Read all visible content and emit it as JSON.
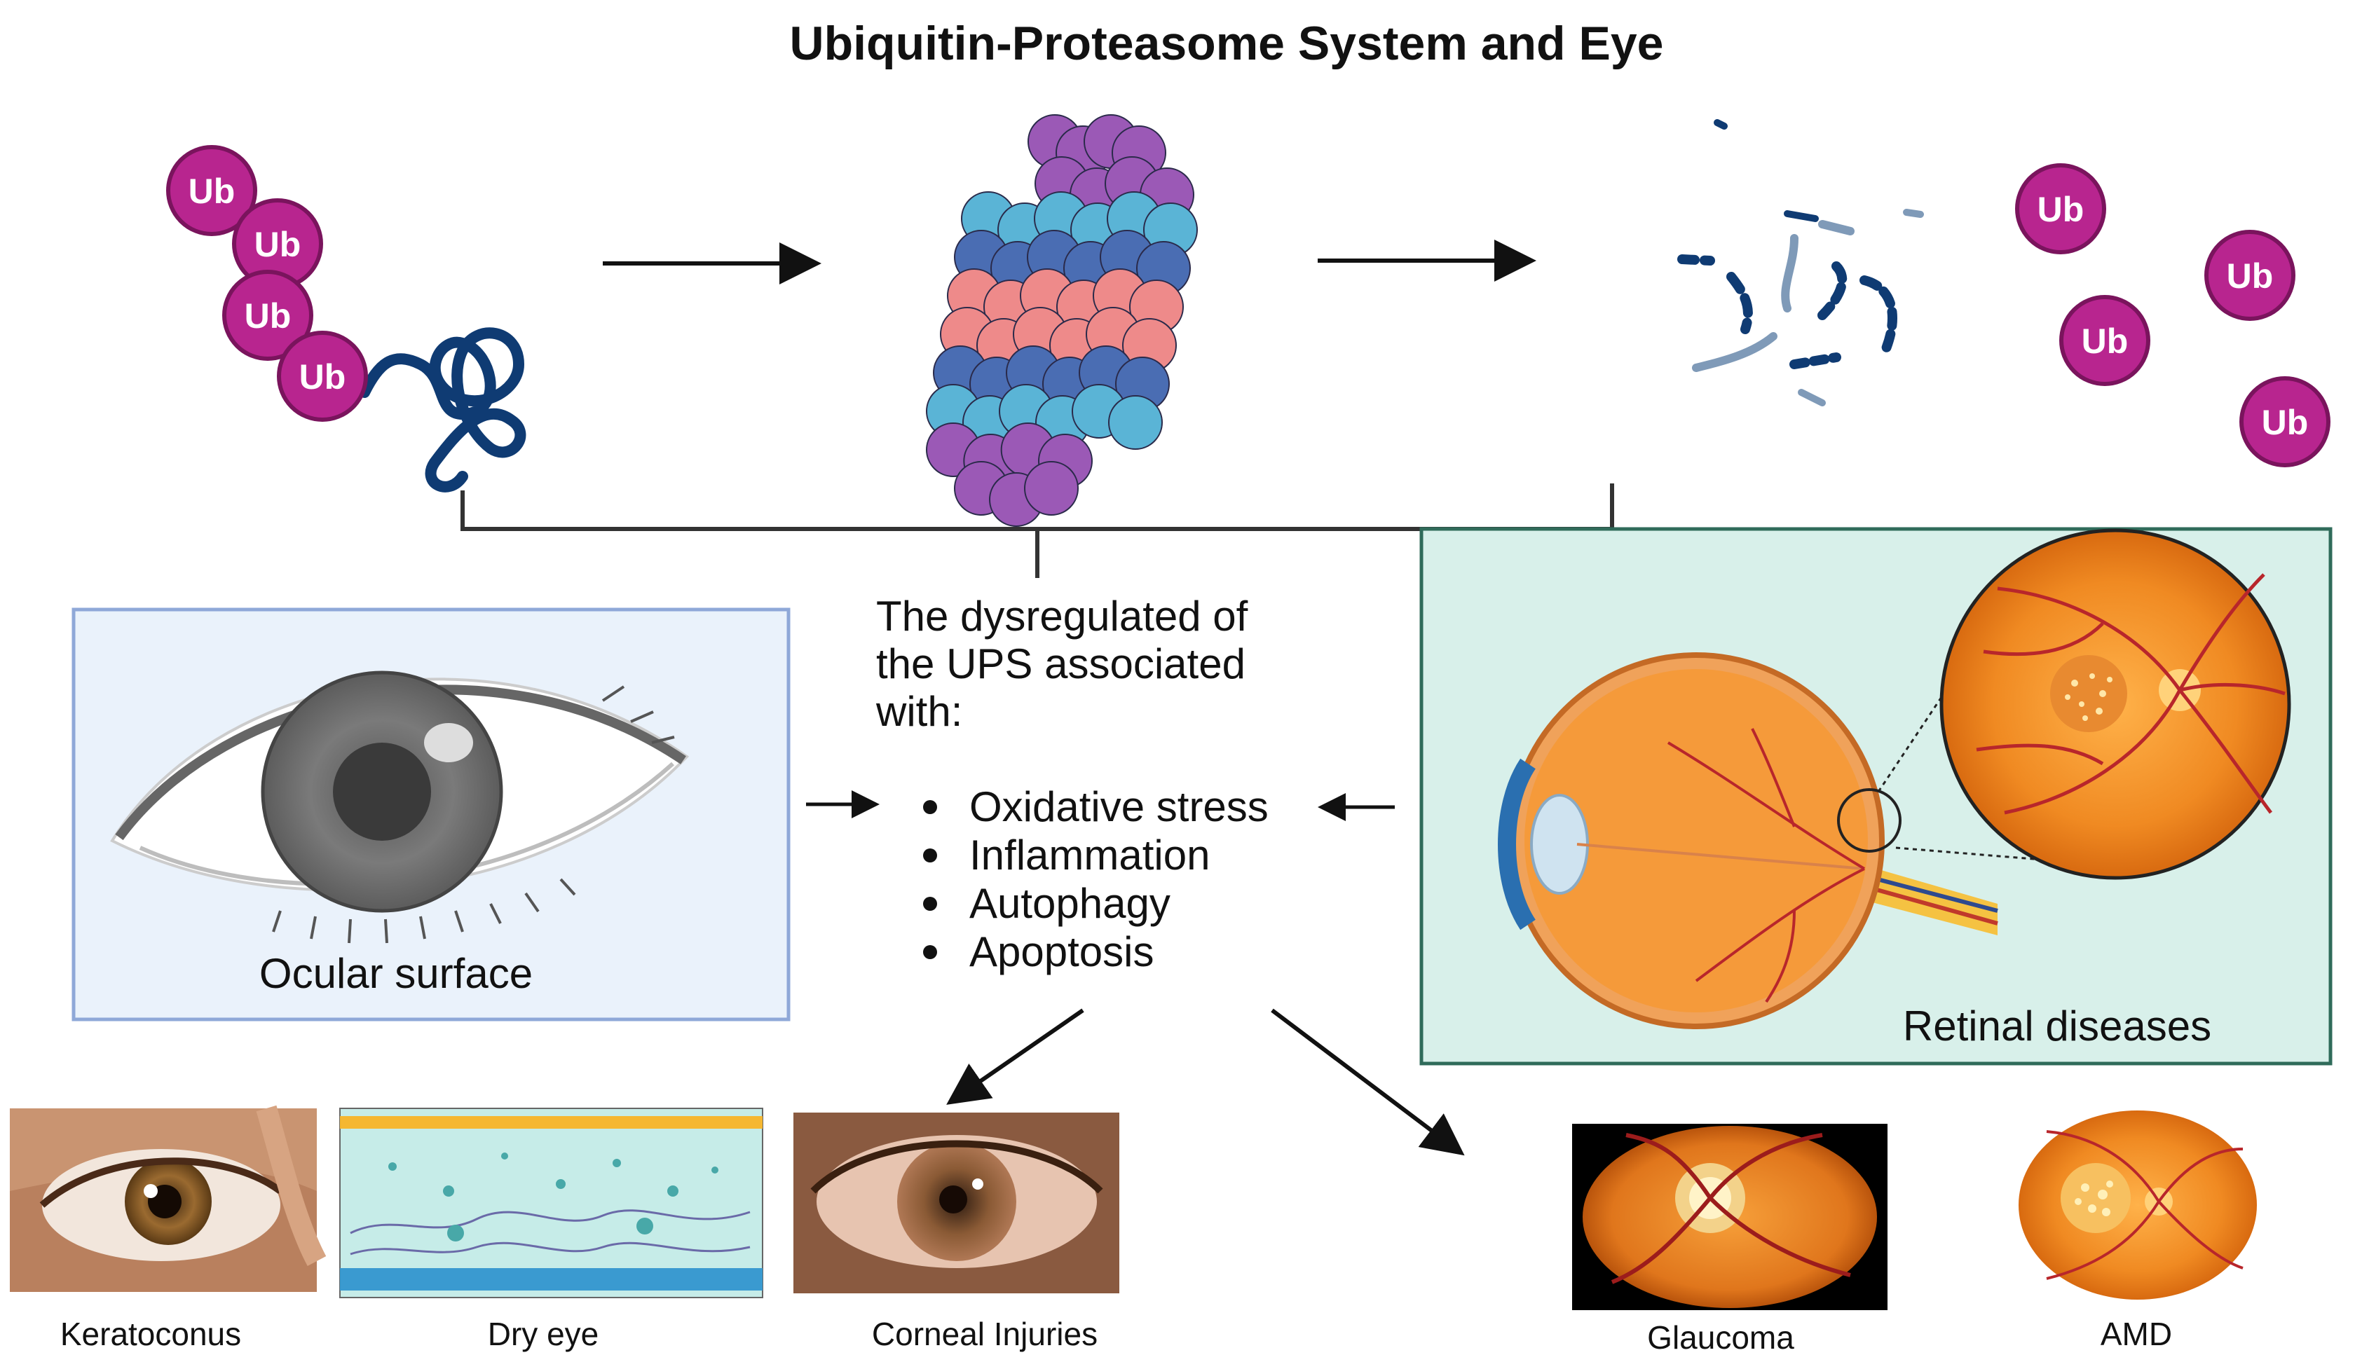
{
  "title": "Ubiquitin-Proteasome System and Eye",
  "ub_label": "Ub",
  "center_text": {
    "line1": "The dysregulated of",
    "line2": "the UPS associated",
    "line3": "with:"
  },
  "mechanisms": [
    "Oxidative stress",
    "Inflammation",
    "Autophagy",
    "Apoptosis"
  ],
  "ocular_surface_label": "Ocular surface",
  "retinal_label": "Retinal diseases",
  "diseases": {
    "keratoconus": "Keratoconus",
    "dry_eye": "Dry eye",
    "corneal": "Corneal Injuries",
    "glaucoma": "Glaucoma",
    "amd": "AMD"
  },
  "colors": {
    "ub": "#b8258f",
    "protein": "#0f3b73",
    "proteasome_purple": "#9b59b6",
    "proteasome_blue": "#5ab4d6",
    "proteasome_navy": "#4a6db3",
    "proteasome_pink": "#ee8a8a",
    "retina_panel_bg": "#d8f0ea",
    "retina_panel_border": "#2f6b5a",
    "ocular_panel_bg": "#eaf2fb",
    "ocular_panel_border": "#8fa8d8"
  }
}
